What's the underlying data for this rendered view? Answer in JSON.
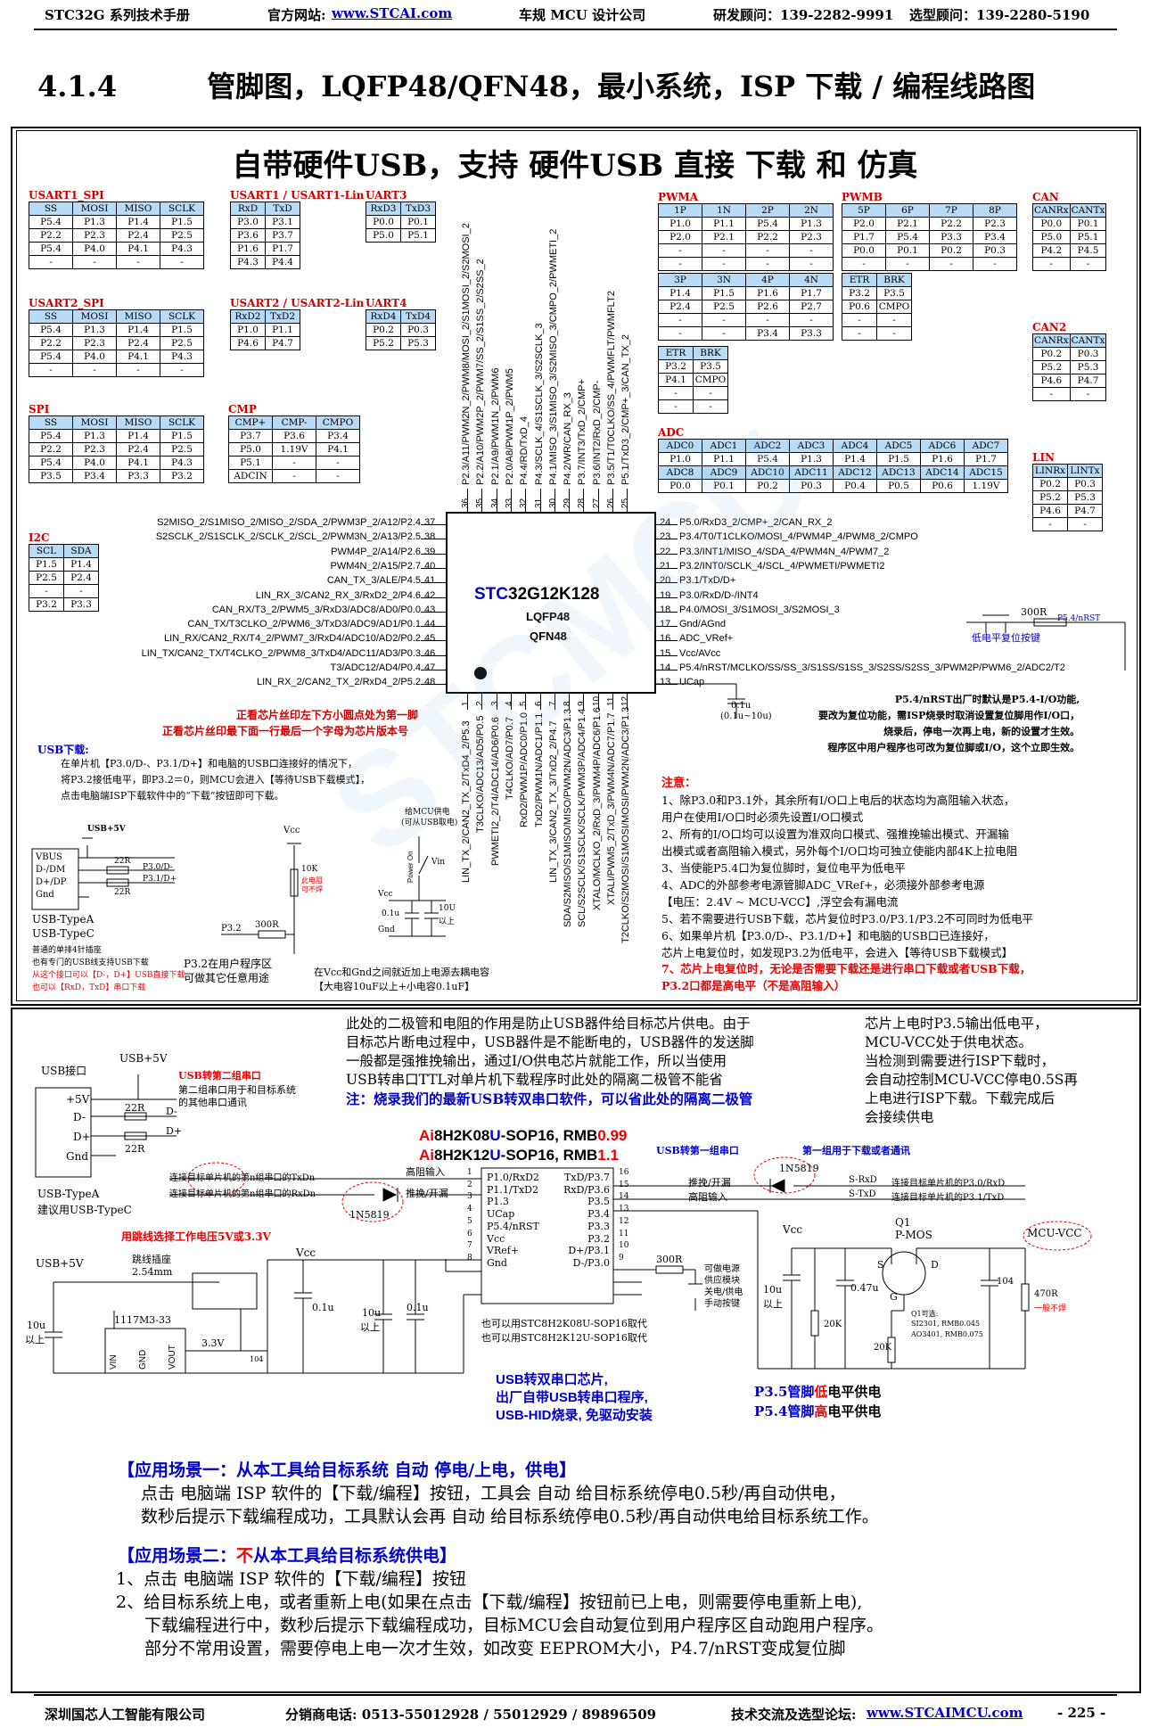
{
  "header": {
    "manual": "STC32G 系列技术手册",
    "website_label": "官方网站:",
    "website": "www.STCAI.com",
    "company": "车规 MCU 设计公司",
    "advisor1": "研发顾问：139-2282-9991",
    "advisor2": "选型顾问：139-2280-5190"
  },
  "section": {
    "number": "4.1.4",
    "title": "管脚图，LQFP48/QFN48，最小系统，ISP 下载 / 编程线路图"
  },
  "banner": "自带硬件USB，支持 硬件USB 直接 下载 和 仿真",
  "tables": {
    "usart1": {
      "title": "USART1_SPI",
      "rows": [
        [
          "SS",
          "MOSI",
          "MISO",
          "SCLK"
        ],
        [
          "P5.4",
          "P1.3",
          "P1.4",
          "P1.5"
        ],
        [
          "P2.2",
          "P2.3",
          "P2.4",
          "P2.5"
        ],
        [
          "P5.4",
          "P4.0",
          "P4.1",
          "P4.3"
        ],
        [
          "-",
          "-",
          "-",
          "-"
        ]
      ]
    },
    "usart1lin": {
      "title": "USART1 / USART1-Lin",
      "rows": [
        [
          "RxD",
          "TxD"
        ],
        [
          "P3.0",
          "P3.1"
        ],
        [
          "P3.6",
          "P3.7"
        ],
        [
          "P1.6",
          "P1.7"
        ],
        [
          "P4.3",
          "P4.4"
        ]
      ]
    },
    "uart3": {
      "title": "UART3",
      "rows": [
        [
          "RxD3",
          "TxD3"
        ],
        [
          "P0.0",
          "P0.1"
        ],
        [
          "P5.0",
          "P5.1"
        ]
      ]
    },
    "usart2": {
      "title": "USART2_SPI",
      "rows": [
        [
          "SS",
          "MOSI",
          "MISO",
          "SCLK"
        ],
        [
          "P5.4",
          "P1.3",
          "P1.4",
          "P1.5"
        ],
        [
          "P2.2",
          "P2.3",
          "P2.4",
          "P2.5"
        ],
        [
          "P5.4",
          "P4.0",
          "P4.1",
          "P4.3"
        ],
        [
          "-",
          "-",
          "-",
          "-"
        ]
      ]
    },
    "usart2lin": {
      "title": "USART2 / USART2-Lin",
      "rows": [
        [
          "RxD2",
          "TxD2"
        ],
        [
          "P1.0",
          "P1.1"
        ],
        [
          "P4.6",
          "P4.7"
        ]
      ]
    },
    "uart4": {
      "title": "UART4",
      "rows": [
        [
          "RxD4",
          "TxD4"
        ],
        [
          "P0.2",
          "P0.3"
        ],
        [
          "P5.2",
          "P5.3"
        ]
      ]
    },
    "spi": {
      "title": "SPI",
      "rows": [
        [
          "SS",
          "MOSI",
          "MISO",
          "SCLK"
        ],
        [
          "P5.4",
          "P1.3",
          "P1.4",
          "P1.5"
        ],
        [
          "P2.2",
          "P2.3",
          "P2.4",
          "P2.5"
        ],
        [
          "P5.4",
          "P4.0",
          "P4.1",
          "P4.3"
        ],
        [
          "P3.5",
          "P3.4",
          "P3.3",
          "P3.2"
        ]
      ]
    },
    "cmp": {
      "title": "CMP",
      "rows": [
        [
          "CMP+",
          "CMP-",
          "CMPO"
        ],
        [
          "P3.7",
          "P3.6",
          "P3.4"
        ],
        [
          "P5.0",
          "1.19V",
          "P4.1"
        ],
        [
          "P5.1",
          "-",
          "-"
        ],
        [
          "ADCIN",
          "-",
          "-"
        ]
      ]
    },
    "i2c": {
      "title": "I2C",
      "rows": [
        [
          "SCL",
          "SDA"
        ],
        [
          "P1.5",
          "P1.4"
        ],
        [
          "P2.5",
          "P2.4"
        ],
        [
          "-",
          "-"
        ],
        [
          "P3.2",
          "P3.3"
        ]
      ]
    },
    "pwma1": {
      "title": "PWMA",
      "rows": [
        [
          "1P",
          "1N",
          "2P",
          "2N"
        ],
        [
          "P1.0",
          "P1.1",
          "P5.4",
          "P1.3"
        ],
        [
          "P2.0",
          "P2.1",
          "P2.2",
          "P2.3"
        ],
        [
          "-",
          "-",
          "-",
          "-"
        ],
        [
          "-",
          "-",
          "-",
          "-"
        ]
      ]
    },
    "pwma2": {
      "rows": [
        [
          "3P",
          "3N",
          "4P",
          "4N"
        ],
        [
          "P1.4",
          "P1.5",
          "P1.6",
          "P1.7"
        ],
        [
          "P2.4",
          "P2.5",
          "P2.6",
          "P2.7"
        ],
        [
          "-",
          "-",
          "-",
          "-"
        ],
        [
          "-",
          "-",
          "P3.4",
          "P3.3"
        ]
      ]
    },
    "pwma3": {
      "rows": [
        [
          "ETR",
          "BRK"
        ],
        [
          "P3.2",
          "P3.5"
        ],
        [
          "P4.1",
          "CMPO"
        ],
        [
          "-",
          "-"
        ],
        [
          "-",
          "-"
        ]
      ]
    },
    "pwmb1": {
      "title": "PWMB",
      "rows": [
        [
          "5P",
          "6P",
          "7P",
          "8P"
        ],
        [
          "P2.0",
          "P2.1",
          "P2.2",
          "P2.3"
        ],
        [
          "P1.7",
          "P5.4",
          "P3.3",
          "P3.4"
        ],
        [
          "P0.0",
          "P0.1",
          "P0.2",
          "P0.3"
        ],
        [
          "-",
          "-",
          "-",
          "-"
        ]
      ]
    },
    "pwmb2": {
      "rows": [
        [
          "ETR",
          "BRK"
        ],
        [
          "P3.2",
          "P3.5"
        ],
        [
          "P0.6",
          "CMPO"
        ],
        [
          "-",
          "-"
        ],
        [
          "-",
          "-"
        ]
      ]
    },
    "can": {
      "title": "CAN",
      "rows": [
        [
          "CANRx",
          "CANTx"
        ],
        [
          "P0.0",
          "P0.1"
        ],
        [
          "P5.0",
          "P5.1"
        ],
        [
          "P4.2",
          "P4.5"
        ],
        [
          "-",
          "-"
        ]
      ]
    },
    "can2": {
      "title": "CAN2",
      "rows": [
        [
          "CANRx",
          "CANTx"
        ],
        [
          "P0.2",
          "P0.3"
        ],
        [
          "P5.2",
          "P5.3"
        ],
        [
          "P4.6",
          "P4.7"
        ],
        [
          "-",
          "-"
        ]
      ]
    },
    "lin": {
      "title": "LIN",
      "rows": [
        [
          "LINRx",
          "LINTx"
        ],
        [
          "P0.2",
          "P0.3"
        ],
        [
          "P5.2",
          "P5.3"
        ],
        [
          "P4.6",
          "P4.7"
        ],
        [
          "-",
          "-"
        ]
      ]
    },
    "adc": {
      "title": "ADC",
      "rows": [
        [
          "ADC0",
          "ADC1",
          "ADC2",
          "ADC3",
          "ADC4",
          "ADC5",
          "ADC6",
          "ADC7"
        ],
        [
          "P1.0",
          "P1.1",
          "P5.4",
          "P1.3",
          "P1.4",
          "P1.5",
          "P1.6",
          "P1.7"
        ],
        [
          "ADC8",
          "ADC9",
          "ADC10",
          "ADC11",
          "ADC12",
          "ADC13",
          "ADC14",
          "ADC15"
        ],
        [
          "P0.0",
          "P0.1",
          "P0.2",
          "P0.3",
          "P0.4",
          "P0.5",
          "P0.6",
          "1.19V"
        ]
      ]
    }
  },
  "chip": {
    "name_prefix": "STC",
    "name_rest": "32G12K128",
    "pkg1": "LQFP48",
    "pkg2": "QFN48"
  },
  "pins_top": [
    "P2.3/A11/PWM2N_2/PWM8/MOSI_2/S1MOSI_2/S2MOSI_2",
    "P2.2/A10/PWM2P_2/PWM7/SS_2/S1SS_2/S2SS_2",
    "P2.1/A9/PWM1N_2/PWM6",
    "P2.0/A8/PWM1P_2/PWM5",
    "P4.4/RD/TxD_4",
    "P4.3/SCLK_4/S1SCLK_3/S2SCLK_3",
    "P4.1/MISO_3/S1MISO_3/S2MISO_3/CMPO_2/PWMETI_2",
    "P4.2/WR/CAN_RX_3",
    "P3.7/INT3/TxD_2/CMP+",
    "P3.6/INT2/RxD_2/CMP-",
    "P3.5/T1/T0CLKO/SS_4/PWMFLT/PWMFLT2",
    "P5.1/TxD3_2/CMP+_3/CAN_TX_2"
  ],
  "pins_top_num": [
    "36",
    "35",
    "34",
    "33",
    "32",
    "31",
    "30",
    "29",
    "28",
    "27",
    "26",
    "25"
  ],
  "pins_left": [
    "S2MISO_2/S1MISO_2/MISO_2/SDA_2/PWM3P_2/A12/P2.4",
    "S2SCLK_2/S1SCLK_2/SCLK_2/SCL_2/PWM3N_2/A13/P2.5",
    "PWM4P_2/A14/P2.6",
    "PWM4N_2/A15/P2.7",
    "CAN_TX_3/ALE/P4.5",
    "LIN_RX_3/CAN2_RX_3/RxD2_2/P4.6",
    "CAN_RX/T3_2/PWM5_3/RxD3/ADC8/AD0/P0.0",
    "CAN_TX/T3CLKO_2/PWM6_3/TxD3/ADC9/AD1/P0.1",
    "LIN_RX/CAN2_RX/T4_2/PWM7_3/RxD4/ADC10/AD2/P0.2",
    "LIN_TX/CAN2_TX/T4CLKO_2/PWM8_3/TxD4/ADC11/AD3/P0.3",
    "T3/ADC12/AD4/P0.4",
    "LIN_RX_2/CAN2_TX_2/RxD4_2/P5.2"
  ],
  "pins_left_num": [
    "37",
    "38",
    "39",
    "40",
    "41",
    "42",
    "43",
    "44",
    "45",
    "46",
    "47",
    "48"
  ],
  "pins_right": [
    "P5.0/RxD3_2/CMP+_2/CAN_RX_2",
    "P3.4/T0/T1CLKO/MOSI_4/PWM4P_4/PWM8_2/CMPO",
    "P3.3/INT1/MISO_4/SDA_4/PWM4N_4/PWM7_2",
    "P3.2/INT0/SCLK_4/SCL_4/PWMETI/PWMETI2",
    "P3.1/TxD/D+",
    "P3.0/RxD/D-/INT4",
    "P4.0/MOSI_3/S1MOSI_3/S2MOSI_3",
    "Gnd/AGnd",
    "ADC_VRef+",
    "Vcc/AVcc",
    "P5.4/nRST/MCLKO/SS/SS_3/S1SS/S1SS_3/S2SS/S2SS_3/PWM2P/PWM6_2/ADC2/T2",
    "UCap"
  ],
  "pins_right_num": [
    "24",
    "23",
    "22",
    "21",
    "20",
    "19",
    "18",
    "17",
    "16",
    "15",
    "14",
    "13"
  ],
  "pins_bottom": [
    "LIN_TX_2/CAN2_TX_2/TxD4_2/P5.3",
    "T3CLKO/ADC13/AD5/P0.5",
    "PWMETI2_2/T4/ADC14/AD6/P0.6",
    "T4CLKO/AD7/P0.7",
    "RxD2/PWM1P/ADC0/P1.0",
    "TxD2/PWM1N/ADC1/P1.1",
    "LIN_TX_3/CAN2_TX_3/TxD2_2/P4.7",
    "SDA/S2MISO/S1MISO/MISO/PWM2N/ADC3/P1.3",
    "SCL/S2SCLK/S1SCLK/SCLK/PWM3P/ADC4/P1.4",
    "XTALO/MCLKO_2/RxD_3/PWM4P/ADC6/P1.6",
    "XTALI/PWM5_2/TxD_3/PWM4N/ADC7/P1.7",
    "T2CLKO/S2MOSI/S1MOSI/MOSI/PWM2N/ADC3/P1.3"
  ],
  "pins_bottom_num": [
    "1",
    "2",
    "3",
    "4",
    "5",
    "6",
    "7",
    "8",
    "9",
    "10",
    "11",
    "12"
  ],
  "chip_notes": {
    "n1": "正看芯片丝印左下方小圆点处为第一脚",
    "n2": "正看芯片丝印最下面一行最后一个字母为芯片版本号"
  },
  "rst": {
    "res": "300R",
    "net": "P5.4/nRST",
    "btn": "低电平复位按键",
    "cap": "0.1u",
    "cap2": "(0.1u~10u)",
    "desc": [
      "P5.4/nRST出厂时默认是P5.4-I/O功能,",
      "要改为复位功能，需ISP烧录时取消设置复位脚用作I/O口，",
      "烧录后，停电一次再上电，新的设置才生效。",
      "程序区中用户程序也可改为复位脚或I/O，这个立即生效。"
    ]
  },
  "usb_dl": {
    "title": "USB下载:",
    "lines": [
      "在单片机【P3.0/D-、P3.1/D+】和电脑的USB口连接好的情况下，",
      "将P3.2接低电平，即P3.2＝0，则MCU会进入【等待USB下载模式】，",
      "点击电脑端ISP下载软件中的“下载”按钮即可下载。"
    ]
  },
  "usbc": {
    "vbus": "VBUS",
    "dm": "D-/DM",
    "dp": "D+/DP",
    "gnd": "Gnd",
    "r1": "22R",
    "r2": "22R",
    "n1": "P3.0/D-",
    "n2": "P3.1/D+",
    "usb5v": "USB+5V",
    "l1": "USB-TypeA",
    "l2": "USB-TypeC",
    "l3": "普通的单排4针插座",
    "l4": "也有专门的USB线支持USB下载",
    "l5": "从这个接口可以【D-，D+】USB直接下载",
    "l6": "也可以【RxD，TxD】串口下载"
  },
  "p32": {
    "vcc": "Vcc",
    "r": "300R",
    "p": "P3.2",
    "r2": "10K",
    "r2n1": "此电阻",
    "r2n2": "可不焊",
    "note1": "P3.2在用户程序区",
    "note2": "可做其它任意用途"
  },
  "pwrsw": {
    "t1": "给MCU供电",
    "t2": "(可从USB取电)",
    "sw": "Power On",
    "vin": "Vin",
    "vcc": "Vcc",
    "gnd": "Gnd",
    "c1": "0.1u",
    "c2": "10U",
    "c2b": "以上",
    "n1": "在Vcc和Gnd之间就近加上电源去耦电容",
    "n2": "【大电容10uF以上+小电容0.1uF】"
  },
  "notes": {
    "title": "注意：",
    "lines": [
      "1、除P3.0和P3.1外，其余所有I/O口上电后的状态均为高阻输入状态，",
      "    用户在使用I/O口时必须先设置I/O口模式",
      "2、所有的I/O口均可以设置为准双向口模式、强推挽输出模式、开漏输",
      "    出模式或者高阻输入模式，另外每个I/O口均可独立使能内部4K上拉电阻",
      "3、当使能P5.4口为复位脚时，复位电平为低电平",
      "4、ADC的外部参考电源管脚ADC_VRef+，必须接外部参考电源",
      "    【电压：2.4V ~ MCU-VCC】,浮空会有漏电流",
      "5、若不需要进行USB下载，芯片复位时P3.0/P3.1/P3.2不可同时为低电平",
      "6、如果单片机【P3.0/D-、P3.1/D+】和电脑的USB口已连接好，",
      "    芯片上电复位时，如发现P3.2为低电平，会进入【等待USB下载模式】"
    ],
    "red1": "7、芯片上电复位时，无论是否需要下载还是进行串口下载或者USB下载，",
    "red2": "    P3.2口都是高电平（不是高阻输入）"
  },
  "lower": {
    "desc1": [
      "此处的二极管和电阻的作用是防止USB器件给目标芯片供电。由于",
      "目标芯片断电过程中，USB器件是不能断电的，USB器件的发送脚",
      "一般都是强推挽输出，通过I/O供电芯片就能工作，所以当使用",
      "USB转串口TTL对单片机下载程序时此处的隔离二极管不能省"
    ],
    "desc1_blue": "注：烧录我们的最新USB转双串口软件，可以省此处的隔离二极管",
    "desc2": [
      "芯片上电时P3.5输出低电平，",
      "MCU-VCC处于供电状态。",
      "当检测到需要进行ISP下载时，",
      "会自动控制MCU-VCC停电0.5S再",
      "上电进行ISP下载。下载完成后",
      "会接续供电"
    ],
    "usb_port": "USB接口",
    "usb5v": "USB+5V",
    "conv2": "USB转第二组串口",
    "conv2a": "第二组串口用于和目标系统",
    "conv2b": "的其他串口通讯",
    "plus5": "+5V",
    "dm": "D-",
    "dp": "D+",
    "gnd": "Gnd",
    "r22a": "22R",
    "r22b": "22R",
    "ndm": "D-",
    "ndp": "D+",
    "typea": "USB-TypeA",
    "typec": "建议用USB-TypeC",
    "tx2": "连接目标单片机的第n组串口的TxDn",
    "rx2": "连接目标单片机的第n组串口的RxDn",
    "hz": "高阻输入",
    "pp": "推挽/开漏",
    "diode": "1N5819",
    "chipA_pre": "Ai",
    "chipA_mid": "8H2K08",
    "chipA_u": "U",
    "chipA_post": "-SOP16, RMB",
    "chipA_price": "0.99",
    "chipB_pre": "Ai",
    "chipB_mid": "8H2K12",
    "chipB_u": "U",
    "chipB_post": "-SOP16, RMB",
    "chipB_price": "1.1",
    "conv1": "USB转第一组串口",
    "conv1b": "第一组用于下载或者通讯",
    "sop_left": [
      "P1.0/RxD2",
      "P1.1/TxD2",
      "P1.3",
      "UCap",
      "P5.4/nRST",
      "Vcc",
      "VRef+",
      "Gnd"
    ],
    "sop_left_num": [
      "1",
      "2",
      "3",
      "4",
      "5",
      "6",
      "7",
      "8"
    ],
    "sop_right": [
      "TxD/P3.7",
      "RxD/P3.6",
      "P3.5",
      "P3.4",
      "P3.3",
      "P3.2",
      "D+/P3.1",
      "D-/P3.0"
    ],
    "sop_right_num": [
      "16",
      "15",
      "14",
      "13",
      "12",
      "11",
      "10",
      "9"
    ],
    "pp2": "推挽/开漏",
    "hz2": "高阻输入",
    "srxd": "S-RxD",
    "stxd": "S-TxD",
    "tgt_rxd": "连接目标单片机的P3.0/RxD",
    "tgt_txd": "连接目标单片机的P3.1/TxD",
    "jumper_title": "用跳线选择工作电压5V或3.3V",
    "jumper": "跳线插座",
    "jumper2": "2.54mm",
    "vcc": "Vcc",
    "usb5v2": "USB+5V",
    "c01": "0.1u",
    "c10": "10u",
    "c10b": "以上",
    "c01b": "0.1u",
    "c10c": "10u",
    "c10d": "以上",
    "c104": "104",
    "ldo": "1117M3-33",
    "vin": "VIN",
    "gndp": "GND",
    "vout": "VOUT",
    "v33": "3.3V",
    "r300": "300R",
    "btn1": "可做电源",
    "btn2": "供应模块",
    "btn3": "关电/供电",
    "btn4": "手动按键",
    "alt1": "也可以用STC8H2K08U-SOP16取代",
    "alt2": "也可以用STC8H2K12U-SOP16取代",
    "vcc2": "Vcc",
    "c10e": "10u",
    "c10f": "以上",
    "c047": "0.47u",
    "r20k": "20K",
    "r20k2": "20K",
    "q1": "Q1",
    "pmos": "P-MOS",
    "s": "S",
    "d": "D",
    "g": "G",
    "qalt": "Q1可选:",
    "qalt1": "SI2301, RMB0.045",
    "qalt2": "AO3401, RMB0.075",
    "c104b": "104",
    "r470": "470R",
    "r470n": "一般不焊",
    "mcuvcc": "MCU-VCC",
    "feat1": "USB转双串口芯片,",
    "feat2": "出厂自带USB转串口程序,",
    "feat3": "USB-HID烧录, 免驱动安装",
    "p35a": "P3.5管脚",
    "p35b": "低",
    "p35c": "电平供电",
    "p54a": "P5.4管脚",
    "p54b": "高",
    "p54c": "电平供电"
  },
  "scene1": {
    "title": "【应用场景一：从本工具给目标系统 自动 停电/上电，供电】",
    "l1": "点击 电脑端 ISP 软件的【下载/编程】按钮，工具会 自动 给目标系统停电0.5秒/再自动供电，",
    "l2": "数秒后提示下载编程成功，工具默认会再 自动 给目标系统停电0.5秒/再自动供电给目标系统工作。"
  },
  "scene2": {
    "title_a": "【应用场景二：",
    "title_b": "不",
    "title_c": "从本工具给目标系统供电】",
    "l1": "1、点击 电脑端 ISP 软件的【下载/编程】按钮",
    "l2": "2、给目标系统上电，或者重新上电(如果在点击【下载/编程】按钮前已上电，则需要停电重新上电),",
    "l3": "下载编程进行中，数秒后提示下载编程成功，目标MCU会自动复位到用户程序区自动跑用户程序。",
    "l4": "部分不常用设置，需要停电上电一次才生效，如改变 EEPROM大小，P4.7/nRST变成复位脚"
  },
  "footer": {
    "company": "深圳国芯人工智能有限公司",
    "phone": "分销商电话: 0513-55012928 / 55012929 / 89896509",
    "forum_label": "技术交流及选型论坛:",
    "forum": "www.STCAIMCU.com",
    "page": "- 225 -"
  },
  "watermark": "STCMCU"
}
